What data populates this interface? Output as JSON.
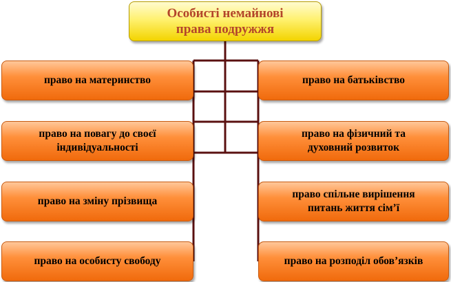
{
  "top": {
    "line1": "Особисті немайнові",
    "line2": "права подружжя"
  },
  "left": [
    {
      "line1": "право на материнство",
      "line2": ""
    },
    {
      "line1": "право на повагу до своєї",
      "line2": "індивідуальності"
    },
    {
      "line1": "право на зміну прізвища",
      "line2": ""
    },
    {
      "line1": "право на особисту свободу",
      "line2": ""
    }
  ],
  "right": [
    {
      "line1": "право на батьківство",
      "line2": ""
    },
    {
      "line1": "право на фізичний та",
      "line2": "духовний розвиток"
    },
    {
      "line1": "право спільне вирішення",
      "line2": "питань життя сім’ї"
    },
    {
      "line1": "право на розподіл обов’язків",
      "line2": ""
    }
  ],
  "colors": {
    "top_text": "#b3452a",
    "connector": "#5a1010",
    "leaf_fill": "#ff8f3a",
    "top_fill": "#fff170"
  }
}
